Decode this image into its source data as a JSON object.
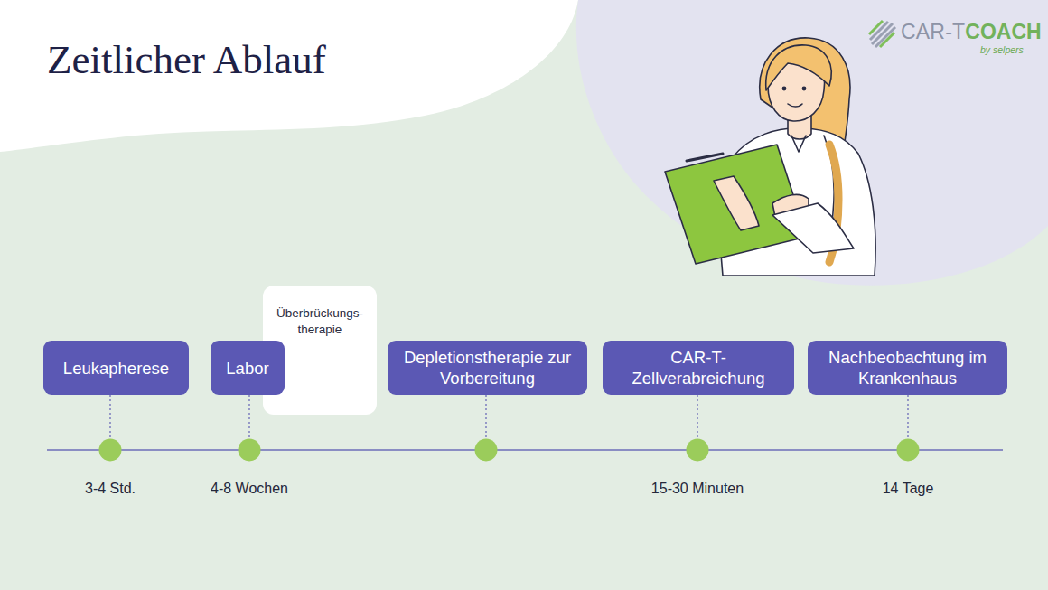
{
  "diagram": {
    "title": "Zeitlicher Ablauf",
    "nodes": [
      {
        "text": [
          "Leukapherese"
        ]
      },
      {
        "text": [
          "Labor"
        ]
      },
      {
        "text": [
          "Überbrückungs- therapie"
        ]
      },
      {
        "text": [
          "Depletionstherapie zur Vorbereitung"
        ]
      },
      {
        "text": [
          "CAR-T- Zellverabreichung"
        ]
      },
      {
        "text": [
          "Nachbeobachtung im Krankenhaus"
        ]
      }
    ],
    "labels": [
      "CAR-T",
      "COACH",
      "by selpers",
      "3-4 Std.",
      "4-8 Wochen",
      "15-30 Minuten",
      "14 Tage"
    ]
  }
}
